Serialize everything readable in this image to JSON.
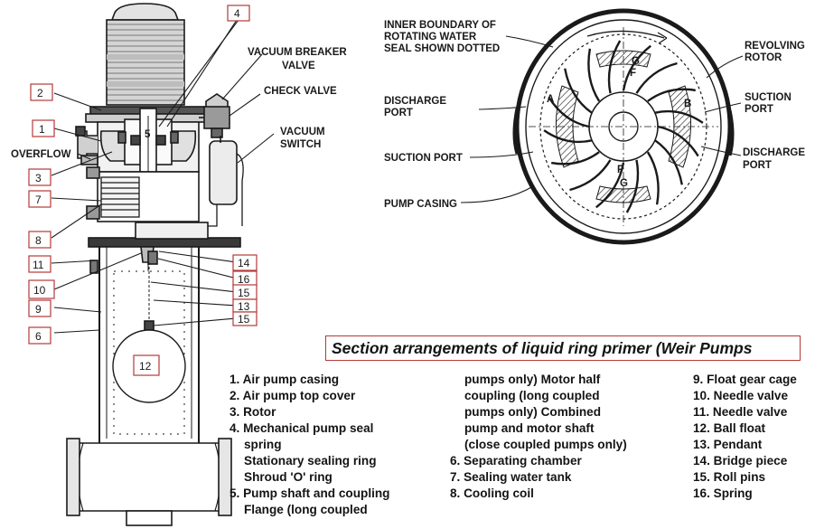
{
  "callouts": [
    "1",
    "2",
    "3",
    "4",
    "5",
    "6",
    "7",
    "8",
    "9",
    "10",
    "11",
    "12",
    "13",
    "14",
    "15",
    "15",
    "16"
  ],
  "left_labels": {
    "vacuum_breaker": [
      "VACUUM BREAKER",
      "VALVE"
    ],
    "check_valve": "CHECK VALVE",
    "vacuum_switch": [
      "VACUUM",
      "SWITCH"
    ],
    "overflow": "OVERFLOW",
    "shaft_mark": "5"
  },
  "rotor_labels": {
    "inner_boundary": [
      "INNER BOUNDARY OF",
      "ROTATING WATER",
      "SEAL SHOWN DOTTED"
    ],
    "revolving_rotor": [
      "REVOLVING",
      "ROTOR"
    ],
    "suction_port_right": [
      "SUCTION",
      "PORT"
    ],
    "discharge_port_right": [
      "DISCHARGE",
      "PORT"
    ],
    "discharge_port_left": [
      "DISCHARGE",
      "PORT"
    ],
    "suction_port_left": "SUCTION PORT",
    "pump_casing": "PUMP CASING",
    "zones": [
      "A",
      "B",
      "G",
      "F",
      "F",
      "G"
    ]
  },
  "caption": "Section arrangements of liquid ring primer (Weir Pumps",
  "legend": {
    "col1": [
      "1. Air pump casing",
      "2. Air pump top cover",
      "3. Rotor",
      "4. Mechanical pump seal",
      "spring",
      "Stationary sealing ring",
      "Shroud 'O' ring",
      "5. Pump shaft and coupling",
      "Flange (long coupled"
    ],
    "col2": [
      "pumps only) Motor half",
      "coupling (long coupled",
      "pumps only) Combined",
      "pump and motor shaft",
      "(close coupled pumps only)",
      "6. Separating chamber",
      "7. Sealing water tank",
      "8. Cooling coil"
    ],
    "col3": [
      "9. Float gear cage",
      "10. Needle valve",
      "11. Needle valve",
      "12. Ball float",
      "13. Pendant",
      "14. Bridge piece",
      "15. Roll pins",
      "16. Spring"
    ]
  }
}
